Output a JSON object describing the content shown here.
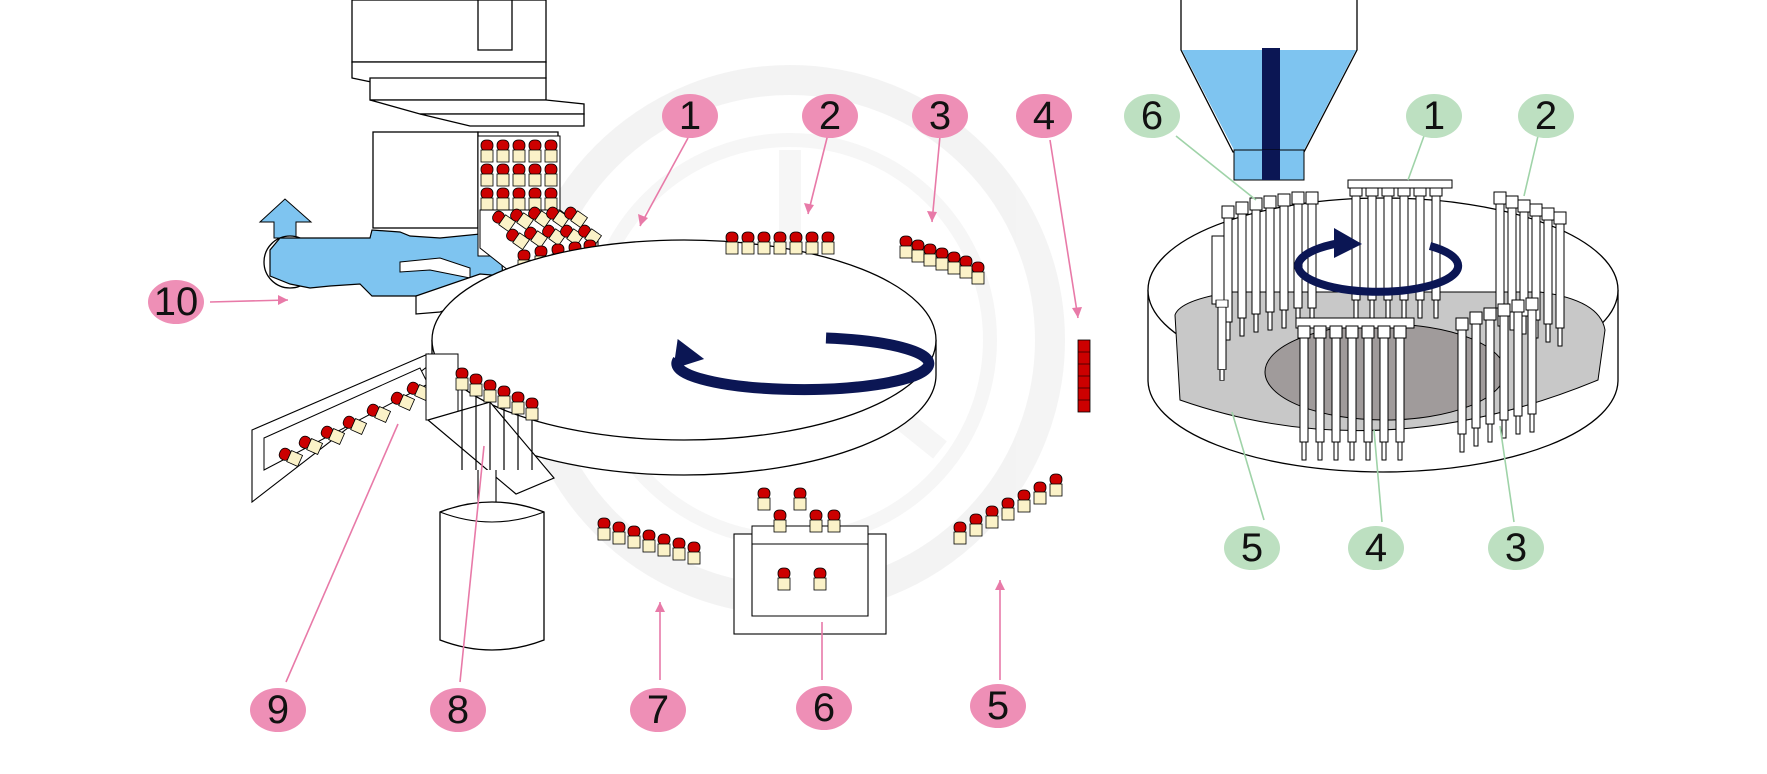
{
  "colors": {
    "pink_badge": "#ee8fb6",
    "green_badge": "#bde0c1",
    "arrow_navy": "#0b1654",
    "hopper_blue": "#7ec4f0",
    "capsule_red": "#cc0000",
    "capsule_cream": "#fbf2c8",
    "plate_gray": "#c8c8c8",
    "leader_pink": "#e87aa8",
    "leader_green": "#9fd3a8"
  },
  "icons": {
    "rotation": "circular-rotation-arrow-icon",
    "output": "up-arrow-icon"
  },
  "left_diagram": {
    "labels": [
      "1",
      "2",
      "3",
      "4",
      "5",
      "6",
      "7",
      "8",
      "9",
      "10"
    ]
  },
  "right_diagram": {
    "labels": [
      "1",
      "2",
      "3",
      "4",
      "5",
      "6"
    ]
  }
}
